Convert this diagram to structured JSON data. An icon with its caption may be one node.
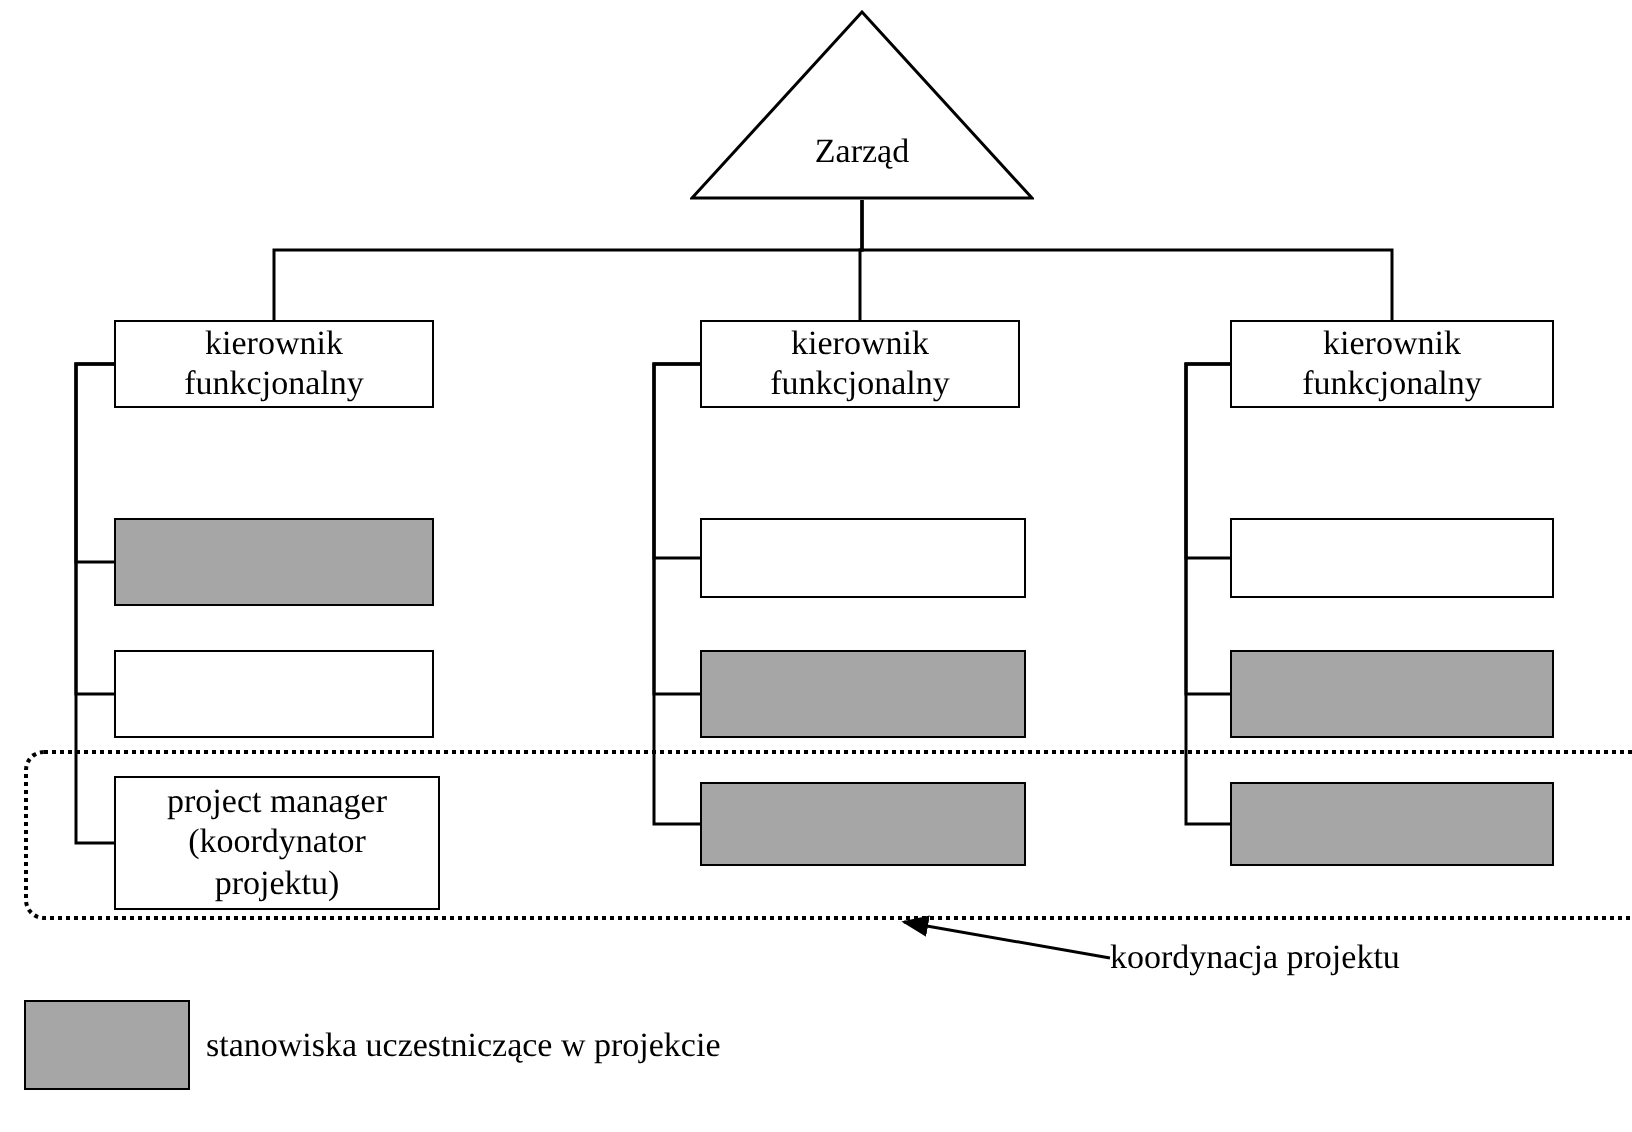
{
  "diagram": {
    "nodes": [
      {
        "text": [
          "Zarząd"
        ]
      },
      {
        "text": [
          "kierownik funkcjonalny"
        ]
      },
      {
        "text": [
          "kierownik funkcjonalny"
        ]
      },
      {
        "text": [
          "kierownik funkcjonalny"
        ]
      },
      {
        "text": [],
        "shape": "box"
      },
      {
        "text": [],
        "shape": "box"
      },
      {
        "text": [],
        "shape": "box"
      },
      {
        "text": [
          "project manager (koordynator projektu)"
        ],
        "in": 4
      },
      {
        "text": [],
        "shape": "box"
      },
      {
        "text": [],
        "shape": "box"
      },
      {
        "text": [],
        "shape": "box",
        "in": 4
      },
      {
        "text": [],
        "shape": "box"
      },
      {
        "text": [],
        "shape": "box"
      },
      {
        "text": [],
        "shape": "box",
        "in": 4
      },
      {
        "text": [
          "koordynacja projektu"
        ]
      }
    ],
    "edges": [
      {
        "from": 0,
        "to": 1,
        "arrow": "none"
      },
      {
        "from": 0,
        "to": 2,
        "arrow": "none"
      },
      {
        "from": 0,
        "to": 3,
        "arrow": "none"
      },
      {
        "from": 1,
        "to": 5,
        "arrow": "none"
      },
      {
        "from": 1,
        "to": 6,
        "arrow": "none"
      },
      {
        "from": 1,
        "to": 7,
        "arrow": "none"
      },
      {
        "from": 2,
        "to": 8,
        "arrow": "none"
      },
      {
        "from": 2,
        "to": 9,
        "arrow": "none"
      },
      {
        "from": 2,
        "to": 10,
        "arrow": "none"
      },
      {
        "from": 3,
        "to": 11,
        "arrow": "none"
      },
      {
        "from": 3,
        "to": 12,
        "arrow": "none"
      },
      {
        "from": 3,
        "to": 13,
        "arrow": "none"
      },
      {
        "from": 14,
        "to": 4,
        "arrow": "to"
      }
    ],
    "legend": [
      {
        "text": "stanowiska uczestniczące w projekcie",
        "color": "#a6a6a6"
      }
    ]
  }
}
